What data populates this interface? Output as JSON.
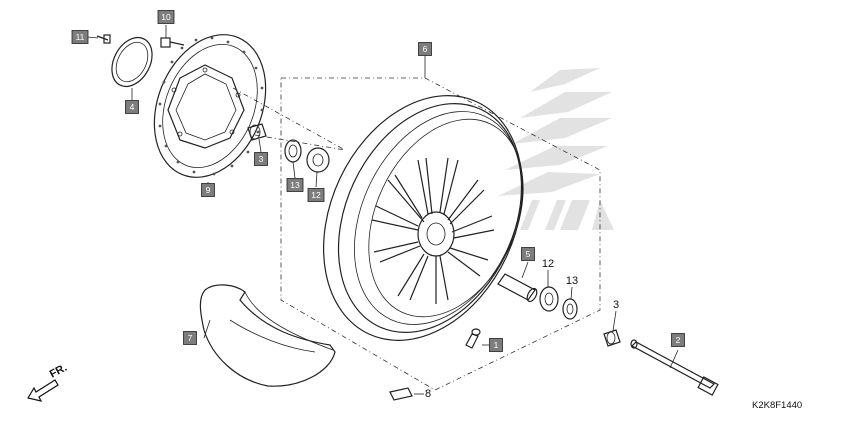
{
  "diagram": {
    "code": "K2K8F1440",
    "direction_label": "FR.",
    "logo_icon": "wing-logo-watermark",
    "parts": [
      {
        "id": "part-1",
        "label": "1",
        "style": "box",
        "component": "valve-stem"
      },
      {
        "id": "part-2",
        "label": "2",
        "style": "box",
        "component": "front-axle"
      },
      {
        "id": "part-3a",
        "label": "3",
        "style": "box",
        "component": "collar-left"
      },
      {
        "id": "part-3b",
        "label": "3",
        "style": "plain",
        "component": "collar-right"
      },
      {
        "id": "part-4",
        "label": "4",
        "style": "box",
        "component": "pulser-ring"
      },
      {
        "id": "part-5",
        "label": "5",
        "style": "box",
        "component": "distance-collar"
      },
      {
        "id": "part-6",
        "label": "6",
        "style": "box",
        "component": "front-wheel"
      },
      {
        "id": "part-7",
        "label": "7",
        "style": "box",
        "component": "front-fender-guard"
      },
      {
        "id": "part-8",
        "label": "8",
        "style": "plain",
        "component": "balance-weight"
      },
      {
        "id": "part-9",
        "label": "9",
        "style": "box",
        "component": "brake-disc"
      },
      {
        "id": "part-10",
        "label": "10",
        "style": "box",
        "component": "disc-bolt"
      },
      {
        "id": "part-11",
        "label": "11",
        "style": "box",
        "component": "ring-screw"
      },
      {
        "id": "part-12a",
        "label": "12",
        "style": "box",
        "component": "bearing-left"
      },
      {
        "id": "part-12b",
        "label": "12",
        "style": "plain",
        "component": "bearing-right"
      },
      {
        "id": "part-13a",
        "label": "13",
        "style": "box",
        "component": "dust-seal-left"
      },
      {
        "id": "part-13b",
        "label": "13",
        "style": "plain",
        "component": "dust-seal-right"
      }
    ]
  }
}
